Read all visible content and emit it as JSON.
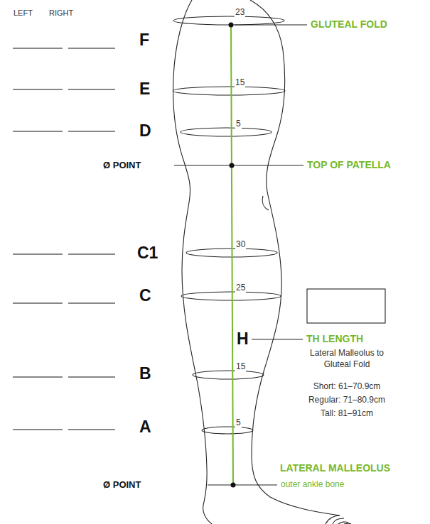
{
  "diagram": {
    "labels": [
      "LEFT",
      "RIGHT",
      "GLUTEAL FOLD",
      "F",
      "23",
      "E",
      "15",
      "D",
      "5",
      "Ø POINT",
      "TOP OF PATELLA",
      "C1",
      "30",
      "C",
      "25",
      "H",
      "TH LENGTH",
      "Lateral Malleolus to",
      "Gluteal Fold",
      "Short: 61–70.9cm",
      "Regular: 71–80.9cm",
      "Tall: 81–91cm",
      "B",
      "15",
      "A",
      "5",
      "LATERAL MALLEOLUS",
      "Ø POINT",
      "outer ankle bone"
    ]
  }
}
